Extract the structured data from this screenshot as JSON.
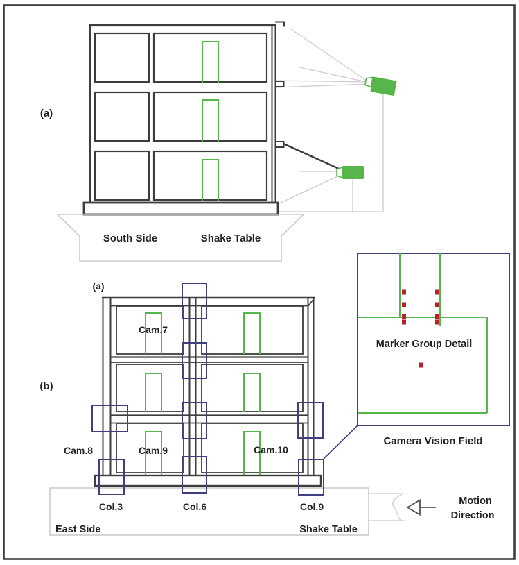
{
  "figure": {
    "panel_a": {
      "label": "(a)",
      "south_side": "South Side",
      "shake_table": "Shake Table"
    },
    "panel_b": {
      "label": "(b)",
      "sub_label": "(a)",
      "cam7": "Cam.7",
      "cam8": "Cam.8",
      "cam9": "Cam.9",
      "cam10": "Cam.10",
      "col3": "Col.3",
      "col6": "Col.6",
      "col9": "Col.9",
      "east_side": "East Side",
      "shake_table": "Shake Table",
      "motion": "Motion",
      "direction": "Direction"
    },
    "detail": {
      "marker_group": "Marker Group Detail",
      "camera_vision_field": "Camera Vision Field"
    },
    "colors": {
      "frame_dark": "#3d3d3d",
      "structure_green": "#57b64b",
      "vision_rect_navy": "#3f3f80",
      "marker_red": "#b2242a",
      "table_gray": "#cccccc",
      "text": "#222222"
    }
  }
}
